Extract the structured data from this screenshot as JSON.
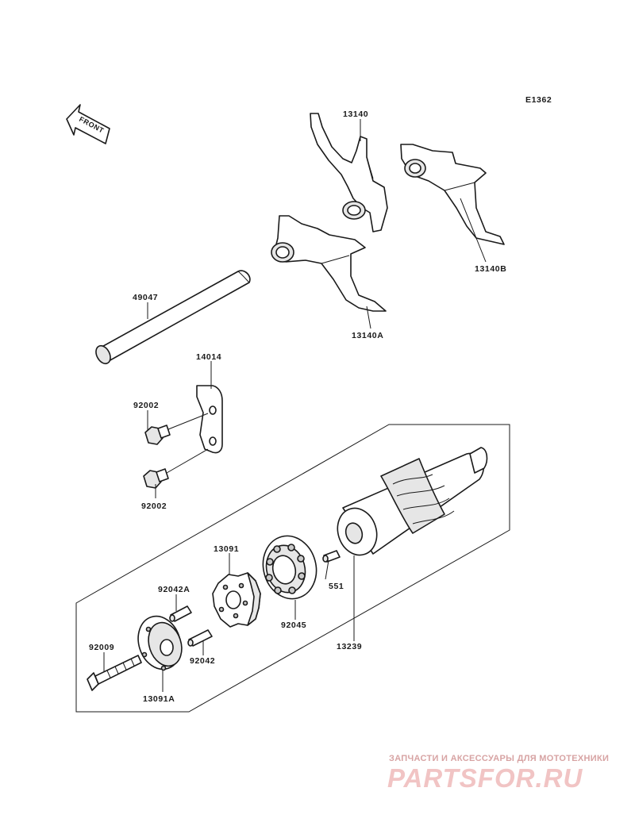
{
  "diagram": {
    "code": "E1362",
    "front_arrow_label": "FRONT",
    "labels": {
      "p13140": "13140",
      "p13140B": "13140B",
      "p13140A": "13140A",
      "p49047": "49047",
      "p14014": "14014",
      "p92002_top": "92002",
      "p92002_bottom": "92002",
      "p13091": "13091",
      "p92042A": "92042A",
      "p551": "551",
      "p92045": "92045",
      "p92009": "92009",
      "p92042": "92042",
      "p13239": "13239",
      "p13091A": "13091A"
    }
  },
  "watermark": {
    "subtitle": "ЗАПЧАСТИ И АКСЕССУАРЫ ДЛЯ МОТОТЕХНИКИ",
    "logo": "PARTSFOR.RU"
  }
}
